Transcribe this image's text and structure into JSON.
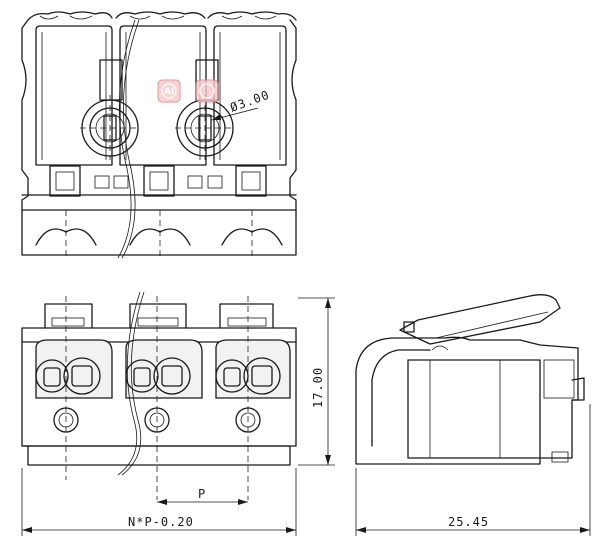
{
  "watermark": {
    "badge_text": "AI",
    "color": "#e57373"
  },
  "dimensions": {
    "hole_diameter": "Ø3.00",
    "height": "17.00",
    "pitch": "P",
    "total_width": "N*P-0.20",
    "depth": "25.45"
  },
  "colors": {
    "line": "#1a1a1a",
    "background": "#ffffff"
  }
}
